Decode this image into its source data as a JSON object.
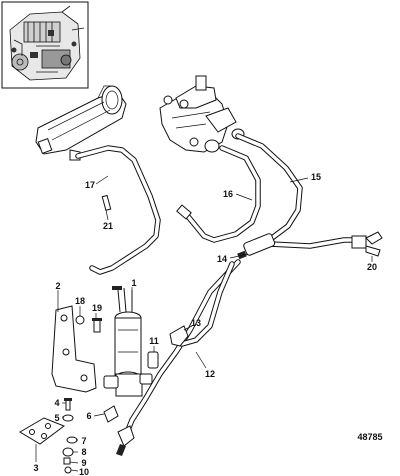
{
  "figure": {
    "number": "48785",
    "callouts": [
      {
        "id": "c1",
        "text": "1"
      },
      {
        "id": "c2",
        "text": "2"
      },
      {
        "id": "c3",
        "text": "3"
      },
      {
        "id": "c4",
        "text": "4"
      },
      {
        "id": "c5",
        "text": "5"
      },
      {
        "id": "c6",
        "text": "6"
      },
      {
        "id": "c7",
        "text": "7"
      },
      {
        "id": "c8",
        "text": "8"
      },
      {
        "id": "c9",
        "text": "9"
      },
      {
        "id": "c10",
        "text": "10"
      },
      {
        "id": "c11",
        "text": "11"
      },
      {
        "id": "c12",
        "text": "12"
      },
      {
        "id": "c13",
        "text": "13"
      },
      {
        "id": "c14",
        "text": "14"
      },
      {
        "id": "c15",
        "text": "15"
      },
      {
        "id": "c16",
        "text": "16"
      },
      {
        "id": "c17",
        "text": "17"
      },
      {
        "id": "c18",
        "text": "18"
      },
      {
        "id": "c19",
        "text": "19"
      },
      {
        "id": "c20",
        "text": "20"
      },
      {
        "id": "c21",
        "text": "21"
      }
    ]
  }
}
